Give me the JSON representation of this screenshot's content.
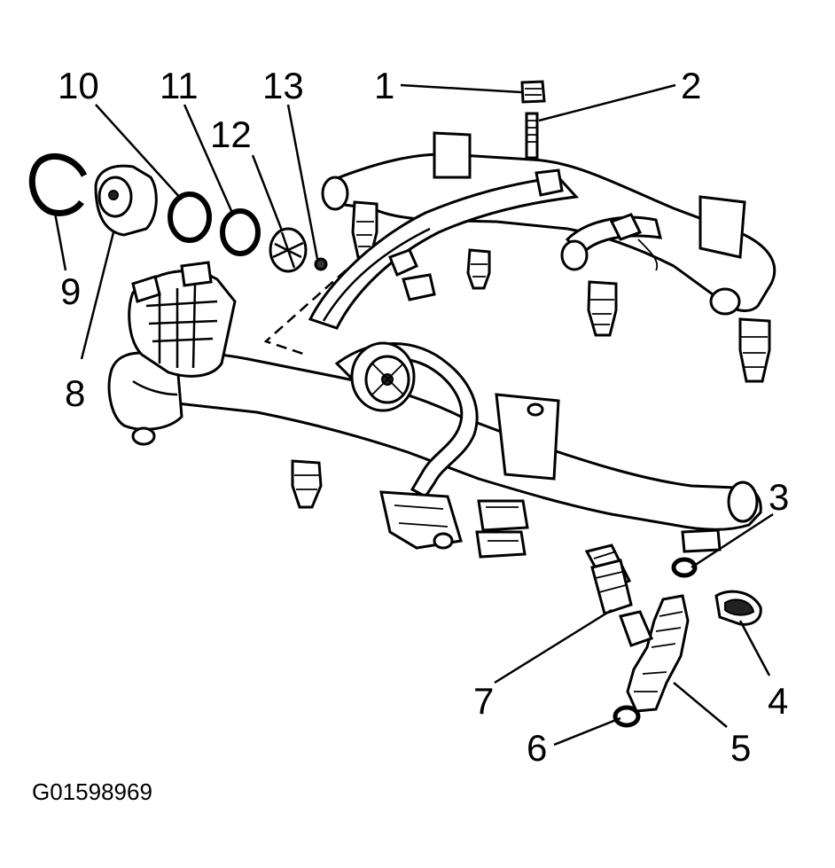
{
  "callouts": {
    "c1": "1",
    "c2": "2",
    "c3": "3",
    "c4": "4",
    "c5": "5",
    "c6": "6",
    "c7": "7",
    "c8": "8",
    "c9": "9",
    "c10": "10",
    "c11": "11",
    "c12": "12",
    "c13": "13"
  },
  "figure_id": "G01598969"
}
